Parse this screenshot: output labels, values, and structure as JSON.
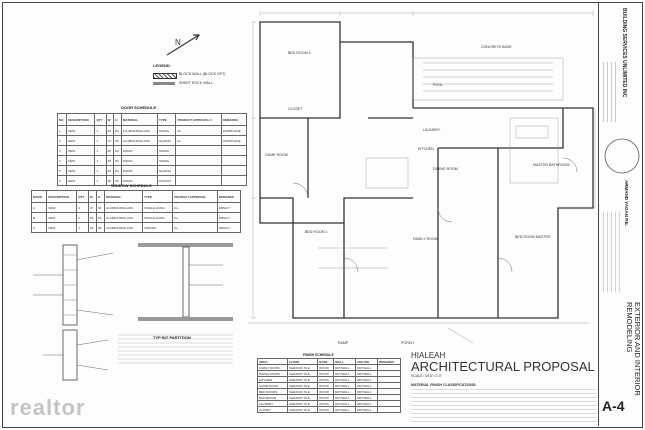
{
  "legend": {
    "title": "LEGEND:",
    "items": [
      "BLOCK WALL (BLOCK DPT)",
      "SHEET ROCK WALL"
    ]
  },
  "door_schedule": {
    "title": "DOOR SCHEDULE",
    "headers": [
      "NO",
      "DESCRIPTION",
      "QTY",
      "W",
      "H",
      "MATERIAL",
      "TYPE",
      "PRODUCT APPROVAL #",
      "REMARKS"
    ],
    "rows": [
      [
        "1",
        "NEW",
        "1",
        "36",
        "80",
        "ALUMINUM/GLASS",
        "SWING",
        "FL-",
        "HURRICANE"
      ],
      [
        "2",
        "NEW",
        "1",
        "72",
        "80",
        "ALUMINUM/GLASS",
        "SLIDING",
        "FL-",
        "HURRICANE"
      ],
      [
        "3",
        "NEW",
        "1",
        "30",
        "80",
        "WOOD",
        "SWING",
        "",
        ""
      ],
      [
        "4",
        "NEW",
        "1",
        "28",
        "80",
        "WOOD",
        "SWING",
        "",
        ""
      ],
      [
        "5",
        "NEW",
        "1",
        "36",
        "80",
        "WOOD",
        "SLIDING",
        "",
        ""
      ],
      [
        "6",
        "NEW",
        "1",
        "30",
        "80",
        "WOOD",
        "POCKET",
        "",
        ""
      ]
    ]
  },
  "window_schedule": {
    "title": "WINDOW SCHEDULE",
    "headers": [
      "MARK",
      "DESCRIPTION",
      "QTY",
      "W",
      "H",
      "MATERIAL",
      "TYPE",
      "PRODUCT APPROVAL",
      "REMARKS"
    ],
    "rows": [
      [
        "A",
        "NEW",
        "4",
        "37",
        "63",
        "ALUMINUM/GLASS",
        "SINGLE HUNG",
        "FL-",
        "IMPACT"
      ],
      [
        "B",
        "NEW",
        "2",
        "53",
        "63",
        "ALUMINUM/GLASS",
        "SINGLE HUNG",
        "FL-",
        "IMPACT"
      ],
      [
        "C",
        "NEW",
        "1",
        "26",
        "38",
        "ALUMINUM/GLASS",
        "AWNING",
        "FL-",
        "IMPACT"
      ]
    ]
  },
  "rooms": [
    {
      "name": "BED ROOM 2"
    },
    {
      "name": "CLOSET"
    },
    {
      "name": "GAME ROOM"
    },
    {
      "name": "DINING ROOM"
    },
    {
      "name": "KITCHEN"
    },
    {
      "name": "BED ROOM 1"
    },
    {
      "name": "FAMILY ROOM"
    },
    {
      "name": "BED ROOM MASTER"
    },
    {
      "name": "MASTER BATHROOM"
    },
    {
      "name": "LAUNDRY"
    },
    {
      "name": "POOL"
    }
  ],
  "plan_labels": {
    "concrete_base": "CONCRETE BASE",
    "ramp": "RAMP",
    "porch": "PORCH"
  },
  "partition_title": "TYP INT PARTITION",
  "finish_schedule": {
    "title": "FINISH SCHEDULE",
    "headers": [
      "AREA",
      "FLOOR",
      "BASE",
      "WALL",
      "CEILING",
      "REMARKS"
    ],
    "rows": [
      [
        "FAMILY ROOM",
        "CERAMIC TILE",
        "WOOD",
        "DRYWALL",
        "DRYWALL",
        ""
      ],
      [
        "DINING ROOM",
        "CERAMIC TILE",
        "WOOD",
        "DRYWALL",
        "DRYWALL",
        ""
      ],
      [
        "KITCHEN",
        "CERAMIC TILE",
        "WOOD",
        "DRYWALL",
        "DRYWALL",
        ""
      ],
      [
        "GAME ROOM",
        "CERAMIC TILE",
        "WOOD",
        "DRYWALL",
        "DRYWALL",
        ""
      ],
      [
        "BED ROOMS",
        "CERAMIC TILE",
        "WOOD",
        "DRYWALL",
        "DRYWALL",
        ""
      ],
      [
        "BATHROOM",
        "CERAMIC TILE",
        "WOOD",
        "DRYWALL",
        "DRYWALL",
        ""
      ],
      [
        "LAUNDRY",
        "CERAMIC TILE",
        "WOOD",
        "DRYWALL",
        "DRYWALL",
        ""
      ],
      [
        "CLOSET",
        "CERAMIC TILE",
        "WOOD",
        "DRYWALL",
        "DRYWALL",
        ""
      ]
    ]
  },
  "proposal": {
    "city": "HIALEAH",
    "title": "ARCHITECTURAL PROPOSAL",
    "scale": "SCALE: 3/16\"=1'-0\"",
    "notes_title": "MATERIAL FINISH CLASSIFICATIONS:"
  },
  "title_block": {
    "company": "BUILDING SERVICES UNLIMITED INC",
    "engineer": "ARMAND YAGAN P.E.",
    "project": "EXTERIOR AND INTERIOR REMODELING",
    "sheet_number": "A-4"
  },
  "watermark": "realtor"
}
